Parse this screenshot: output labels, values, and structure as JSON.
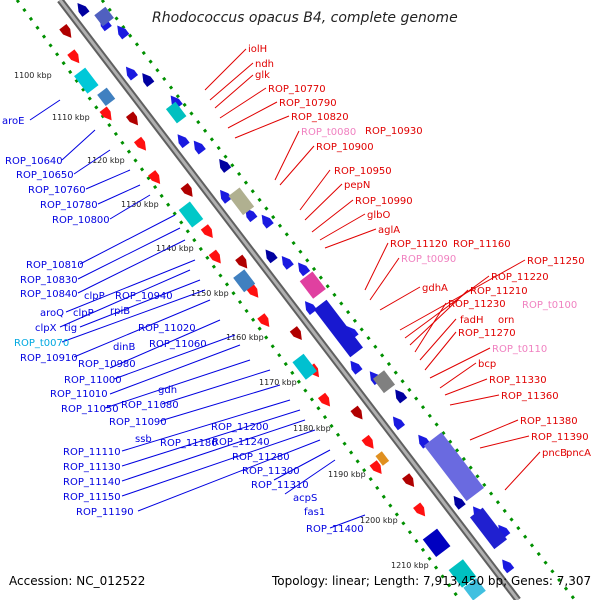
{
  "title": "Rhodococcus opacus B4, complete genome",
  "footer": {
    "accession": "Accession: NC_012522",
    "summary": "Topology: linear; Length: 7,913,450 bp; Genes: 7,307"
  },
  "colors": {
    "forward_label": "#e00000",
    "reverse_label": "#0000e0",
    "rna_label_forward": "#f080c0",
    "rna_label_reverse": "#00b0e0",
    "backbone": "#808080",
    "dots": "#00a000"
  },
  "kbp_markers": [
    "1100 kbp",
    "1110 kbp",
    "1120 kbp",
    "1130 kbp",
    "1140 kbp",
    "1150 kbp",
    "1160 kbp",
    "1170 kbp",
    "1180 kbp",
    "1190 kbp",
    "1200 kbp",
    "1210 kbp"
  ],
  "reverse_labels": [
    "aroE",
    "ROP_10640",
    "ROP_10650",
    "ROP_10760",
    "ROP_10780",
    "ROP_10800",
    "ROP_10810",
    "ROP_10830",
    "ROP_10840",
    "aroQ",
    "clpX",
    "tig",
    "ROP_t0070",
    "ROP_10910",
    "clpP",
    "clpP",
    "rpiB",
    "ROP_10940",
    "ROP_10980",
    "dinB",
    "ROP_11000",
    "ROP_11010",
    "ROP_11020",
    "ROP_11060",
    "ROP_11050",
    "ROP_11080",
    "gdh",
    "ROP_11090",
    "ssb",
    "ROP_11110",
    "ROP_11130",
    "ROP_11140",
    "ROP_11150",
    "ROP_11190",
    "ROP_11180",
    "ROP_11200",
    "ROP_11240",
    "ROP_11280",
    "ROP_11300",
    "ROP_11310",
    "acpS",
    "fas1",
    "ROP_11400"
  ],
  "forward_labels": [
    "iolH",
    "ndh",
    "glk",
    "ROP_10770",
    "ROP_10790",
    "ROP_10820",
    "ROP_t0080",
    "ROP_10930",
    "ROP_10900",
    "ROP_10950",
    "pepN",
    "ROP_10990",
    "glbO",
    "aglA",
    "ROP_11120",
    "ROP_11160",
    "ROP_t0090",
    "gdhA",
    "ROP_11250",
    "ROP_11220",
    "ROP_11210",
    "ROP_11230",
    "fadH",
    "orn",
    "ROP_t0100",
    "ROP_11270",
    "ROP_t0110",
    "bcp",
    "ROP_11330",
    "ROP_11360",
    "ROP_11380",
    "ROP_11390",
    "pncB",
    "pncA"
  ]
}
